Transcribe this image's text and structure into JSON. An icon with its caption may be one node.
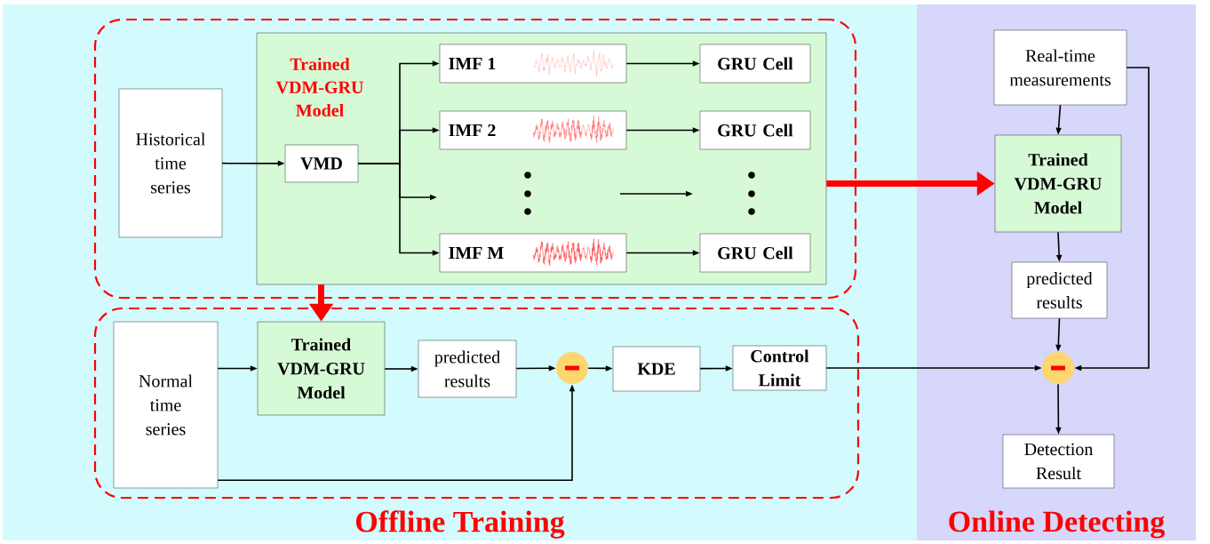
{
  "diagram": {
    "nodes": [
      {
        "text": [
          "Offline Training"
        ]
      },
      {
        "text": [
          "Online Detecting"
        ]
      },
      {
        "text": [],
        "shape": "box",
        "in": 0
      },
      {
        "text": [
          "Historical time series"
        ],
        "in": 2
      },
      {
        "text": [
          "Trained VDM-GRU Model"
        ],
        "in": 2
      },
      {
        "text": [
          "VMD"
        ],
        "in": 4
      },
      {
        "text": [
          "IMF 1"
        ],
        "in": 4
      },
      {
        "text": [
          "IMF 2"
        ],
        "in": 4
      },
      {
        "text": [
          "IMF M"
        ],
        "in": 4
      },
      {
        "text": [
          "GRU Cell"
        ],
        "in": 4
      },
      {
        "text": [
          "GRU Cell"
        ],
        "in": 4
      },
      {
        "text": [
          "GRU Cell"
        ],
        "in": 4
      },
      {
        "text": [],
        "shape": "box",
        "in": 0
      },
      {
        "text": [
          "Normal time series"
        ],
        "in": 12
      },
      {
        "text": [
          "Trained VDM-GRU Model"
        ],
        "in": 12
      },
      {
        "text": [
          "predicted results"
        ],
        "in": 12
      },
      {
        "text": [],
        "shape": "circle",
        "in": 12
      },
      {
        "text": [
          "KDE"
        ],
        "in": 12
      },
      {
        "text": [
          "Control Limit"
        ],
        "in": 12
      },
      {
        "text": [
          "Real-time measurements"
        ],
        "in": 1
      },
      {
        "text": [
          "Trained VDM-GRU Model"
        ],
        "in": 1
      },
      {
        "text": [
          "predicted results"
        ],
        "in": 1
      },
      {
        "text": [],
        "shape": "circle",
        "in": 1
      },
      {
        "text": [
          "Detection Result"
        ],
        "in": 1
      }
    ],
    "edges": [
      {
        "from": 3,
        "to": 5,
        "arrow": "to"
      },
      {
        "from": 5,
        "to": 6,
        "arrow": "to"
      },
      {
        "from": 5,
        "to": 7,
        "arrow": "to"
      },
      {
        "from": 5,
        "to": null,
        "arrow": "to"
      },
      {
        "from": 5,
        "to": 8,
        "arrow": "to"
      },
      {
        "from": 6,
        "to": 9,
        "arrow": "to"
      },
      {
        "from": 7,
        "to": 10,
        "arrow": "to"
      },
      {
        "from": 8,
        "to": 11,
        "arrow": "to"
      },
      {
        "from": 4,
        "to": 20,
        "arrow": "to",
        "style": "thick",
        "color": "#ff0000"
      },
      {
        "from": 4,
        "to": 14,
        "arrow": "to",
        "style": "thick",
        "color": "#ff0000"
      },
      {
        "from": 13,
        "to": 14,
        "arrow": "to"
      },
      {
        "from": 14,
        "to": 15,
        "arrow": "to"
      },
      {
        "from": 15,
        "to": 16,
        "arrow": "to"
      },
      {
        "from": 13,
        "to": 16,
        "arrow": "to"
      },
      {
        "from": 16,
        "to": 17,
        "arrow": "to"
      },
      {
        "from": 17,
        "to": 18,
        "arrow": "to"
      },
      {
        "from": 18,
        "to": 22,
        "arrow": "to"
      },
      {
        "from": 19,
        "to": 20,
        "arrow": "to"
      },
      {
        "from": 20,
        "to": 21,
        "arrow": "to"
      },
      {
        "from": 21,
        "to": 22,
        "arrow": "to"
      },
      {
        "from": 19,
        "to": 22,
        "arrow": "to"
      },
      {
        "from": 22,
        "to": 23,
        "arrow": "to"
      }
    ]
  }
}
